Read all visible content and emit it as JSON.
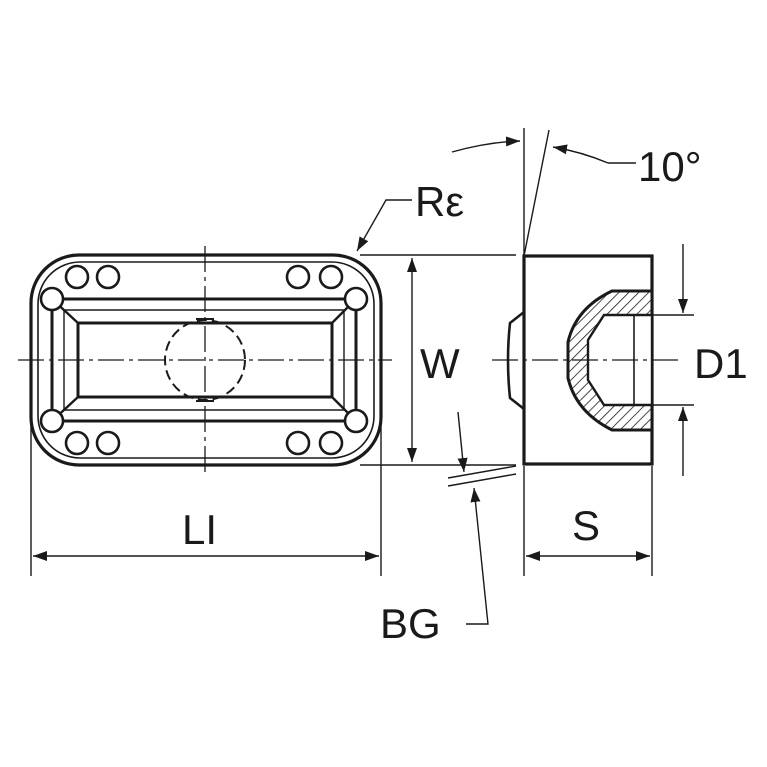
{
  "labels": {
    "angle": "10°",
    "radius": "Rε",
    "width": "W",
    "diameter": "D1",
    "length": "LI",
    "thickness": "S",
    "gap": "BG"
  },
  "colors": {
    "ink": "#1a1a1a",
    "background": "#ffffff"
  }
}
